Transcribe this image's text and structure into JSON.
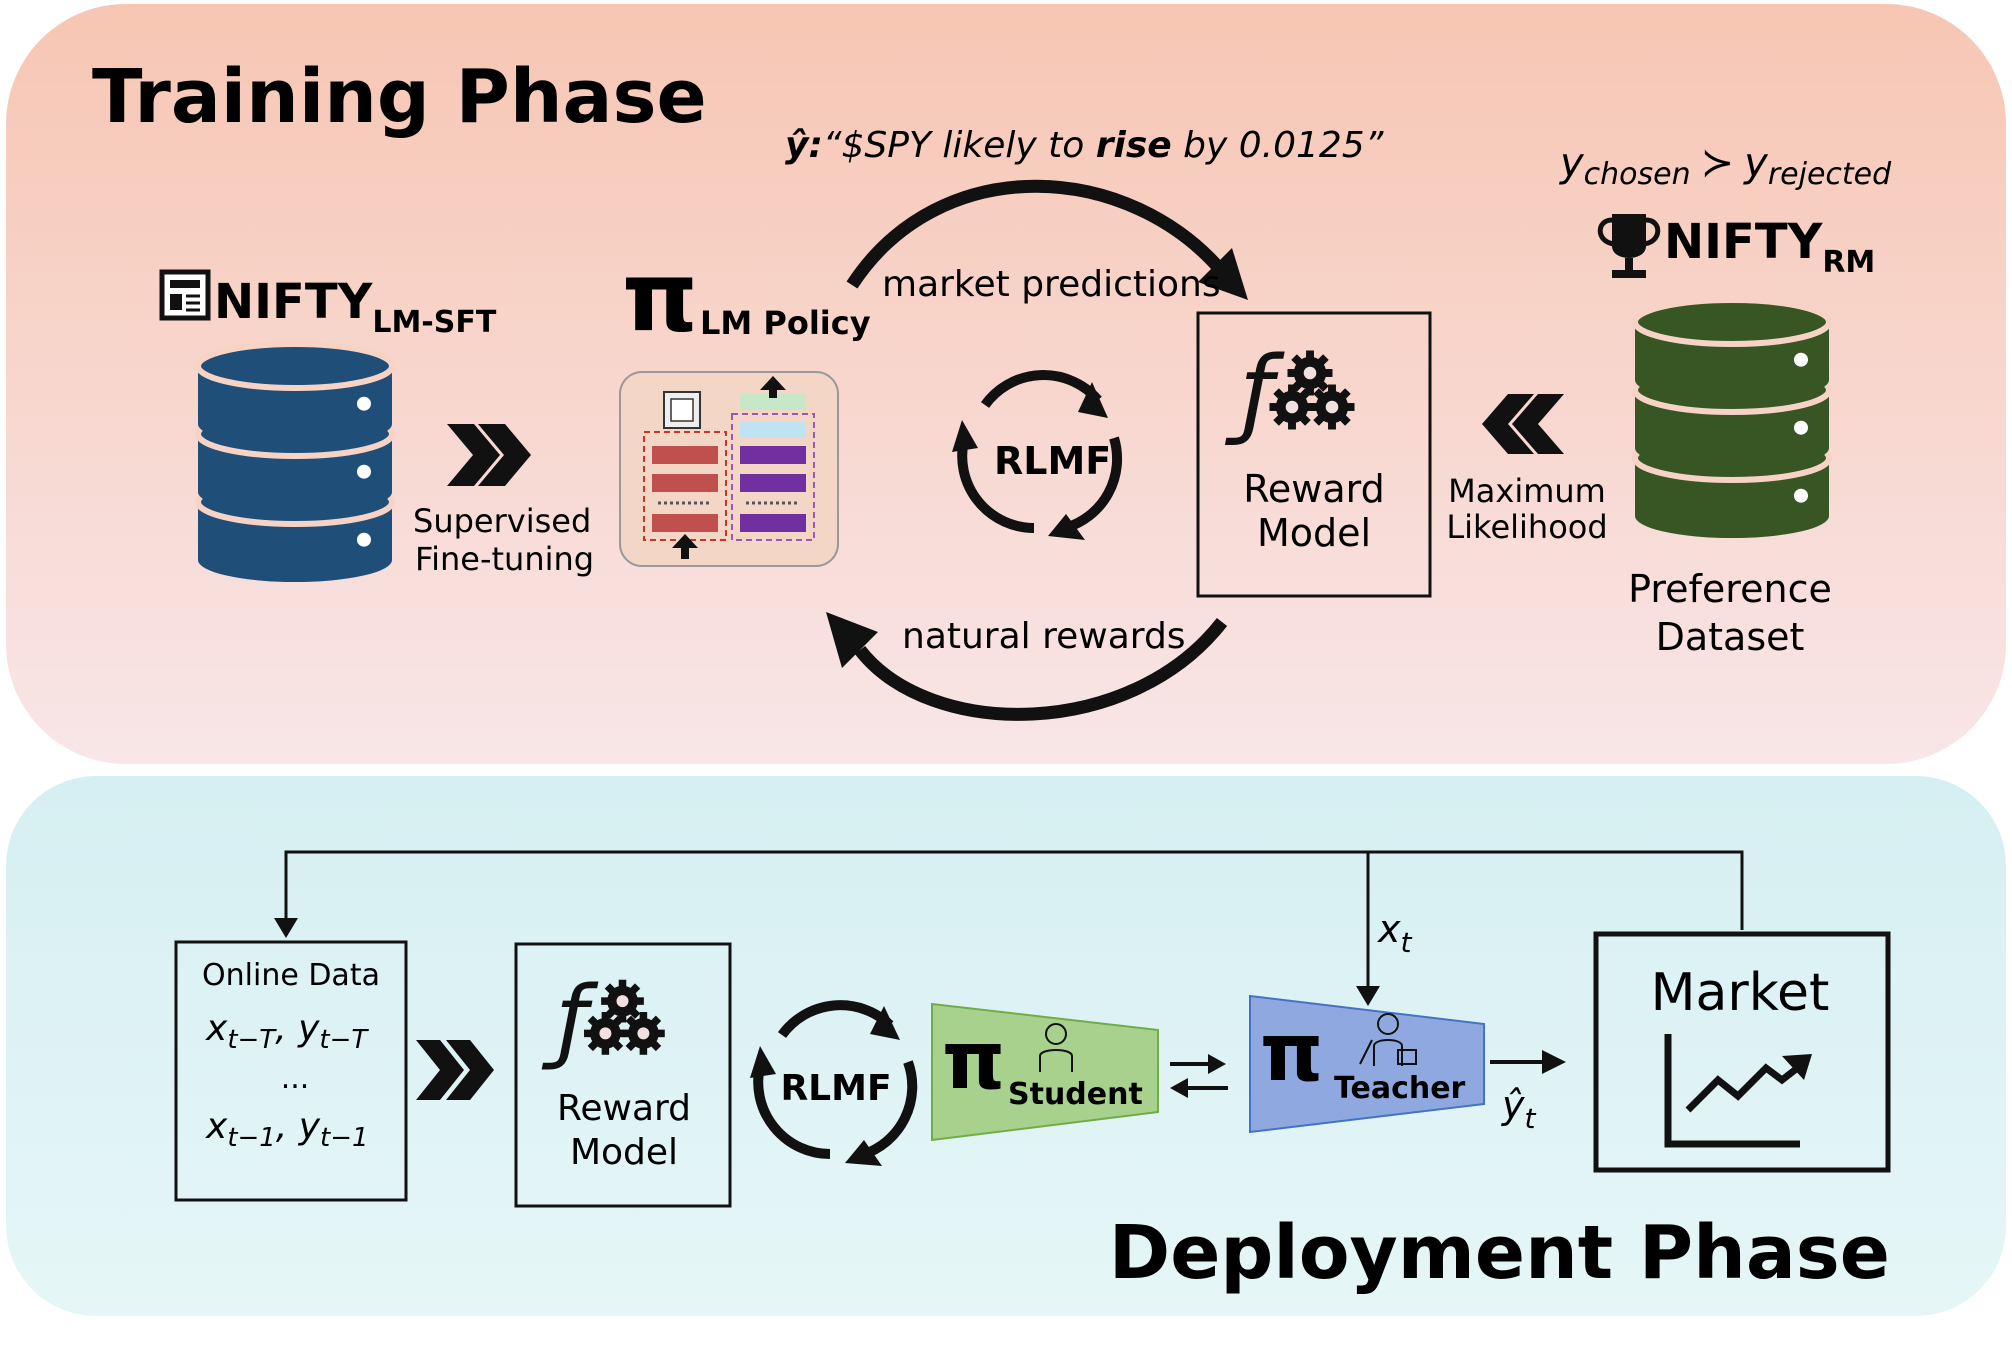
{
  "training": {
    "title": "Training Phase",
    "prediction_prefix": "ŷ:",
    "prediction_text_a": "“$SPY likely to ",
    "prediction_text_bold": "rise",
    "prediction_text_b": " by 0.0125”",
    "market_predictions": "market predictions",
    "natural_rewards": "natural rewards",
    "rlmf": "RLMF",
    "sft_dataset_name": "NIFTY",
    "sft_dataset_sub": "LM-SFT",
    "sft_step_line1": "Supervised",
    "sft_step_line2": "Fine-tuning",
    "policy_symbol": "π",
    "policy_label": "LM Policy",
    "reward_model_line1": "Reward",
    "reward_model_line2": "Model",
    "ml_line1": "Maximum",
    "ml_line2": "Likelihood",
    "pref_chosen": "y",
    "pref_chosen_sub": "chosen",
    "pref_succ": "≻",
    "pref_rejected": "y",
    "pref_rejected_sub": "rejected",
    "rm_dataset_name": "NIFTY",
    "rm_dataset_sub": "RM",
    "pref_dataset_line1": "Preference",
    "pref_dataset_line2": "Dataset"
  },
  "deployment": {
    "title": "Deployment Phase",
    "online_data_title": "Online Data",
    "online_row1": "x",
    "online_row1_sub": "t−T",
    "online_row1_b": "y",
    "online_row1_b_sub": "t−T",
    "online_dots": "...",
    "online_row3": "x",
    "online_row3_sub": "t−1",
    "online_row3_b": "y",
    "online_row3_b_sub": "t−1",
    "reward_model_line1": "Reward",
    "reward_model_line2": "Model",
    "rlmf": "RLMF",
    "student_symbol": "π",
    "student_label": "Student",
    "teacher_symbol": "π",
    "teacher_label": "Teacher",
    "xt": "x",
    "xt_sub": "t",
    "yhat": "ŷ",
    "yhat_sub": "t",
    "market_label": "Market"
  },
  "colors": {
    "training_bg_top": "#f8c8b8",
    "training_bg_bottom": "#f8e6e6",
    "deployment_bg": "#dff2f4",
    "sft_db": "#1f4e79",
    "rm_db": "#375623",
    "student": "#a9d18e",
    "teacher": "#8fa9e0"
  }
}
